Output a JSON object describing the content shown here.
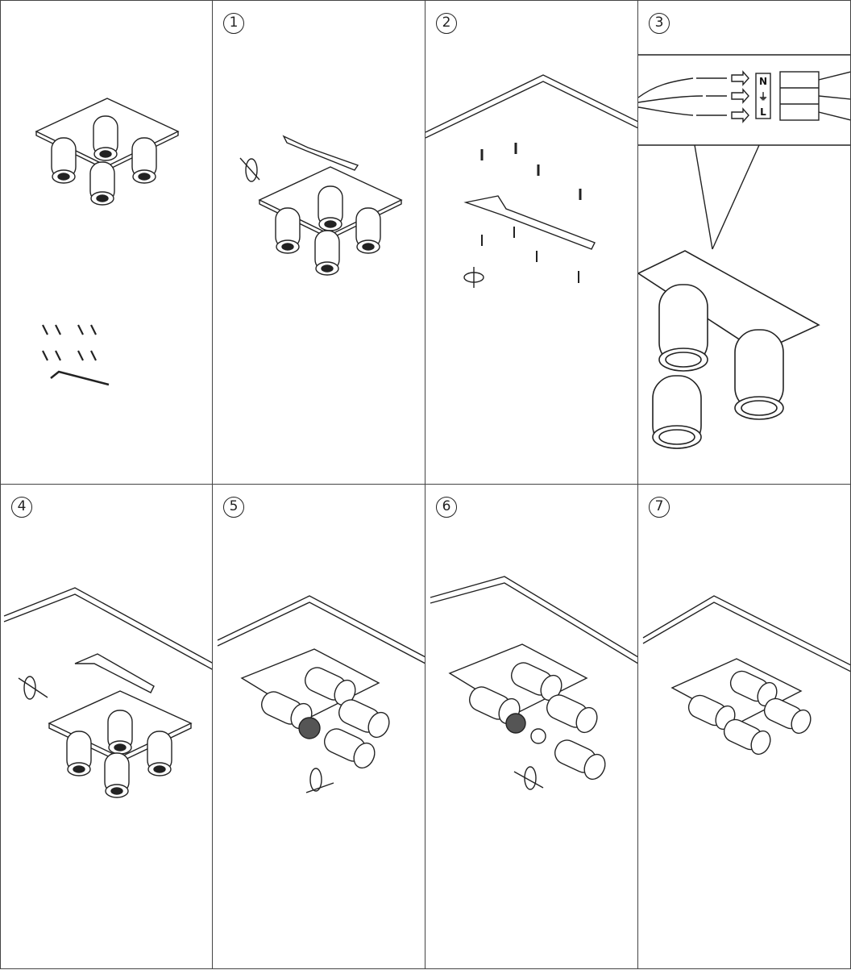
{
  "steps": [
    {
      "id": "parts",
      "number": ""
    },
    {
      "id": "step1",
      "number": "1"
    },
    {
      "id": "step2",
      "number": "2"
    },
    {
      "id": "step3",
      "number": "3"
    },
    {
      "id": "step4",
      "number": "4"
    },
    {
      "id": "step5",
      "number": "5"
    },
    {
      "id": "step6",
      "number": "6"
    },
    {
      "id": "step7",
      "number": "7"
    }
  ],
  "terminal_labels": {
    "neutral": "N",
    "earth": "⏚",
    "live": "L"
  },
  "colors": {
    "line": "#222222",
    "grid": "#444444",
    "background": "#ffffff"
  }
}
